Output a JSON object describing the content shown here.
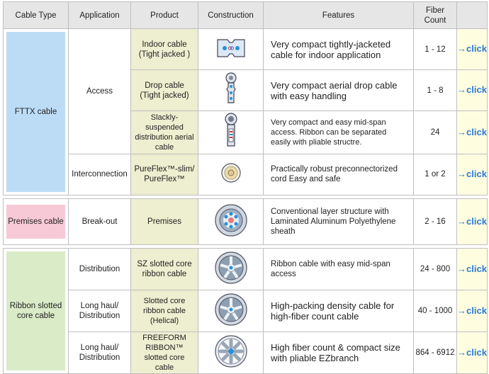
{
  "columns": [
    "Cable Type",
    "Application",
    "Product",
    "Construction",
    "Features",
    "Fiber Count"
  ],
  "colors": {
    "fttx": "#bcdcf5",
    "premises": "#f7c9d6",
    "ribbon": "#d9ebc7",
    "product": "#eeeed0",
    "click_bg": "#fffde0",
    "link": "#2a7ad6"
  },
  "groups": [
    {
      "name": "FTTX cable"
    },
    {
      "name": "Premises cable"
    },
    {
      "name": "Ribbon slotted core cable"
    }
  ],
  "applications": [
    "Access",
    "Interconnection",
    "Break-out",
    "Distribution",
    "Long haul/ Distribution",
    "Long haul/ Distribution"
  ],
  "rows": [
    {
      "product": "Indoor cable (Tight jacked )",
      "icon": "indoor-cable-icon",
      "features": "Very compact tightly-jacketed cable for indoor application",
      "fiber_count": "1 - 12",
      "link": "→click"
    },
    {
      "product": "Drop cable (Tight jacked)",
      "icon": "drop-cable-icon",
      "features": "Very compact aerial drop cable with easy handling",
      "fiber_count": "1 - 8",
      "link": "→click"
    },
    {
      "product": "Slackly-suspended distribution aerial cable",
      "icon": "aerial-cable-icon",
      "features": "Very compact and easy mid-span access. Ribbon can be separated easily with pliable structre.",
      "fiber_count": "24",
      "link": "→click"
    },
    {
      "product": "PureFlex™-slim/ PureFlex™",
      "icon": "cord-icon",
      "features": "Practically robust preconnectorized cord Easy and safe",
      "fiber_count": "1 or 2",
      "link": "→click"
    },
    {
      "product": "Premises",
      "icon": "premises-cable-icon",
      "features": "Conventional layer structure with Laminated Aluminum Polyethylene sheath",
      "fiber_count": "2 - 16",
      "link": "→click"
    },
    {
      "product": "SZ slotted core ribbon cable",
      "icon": "sz-slotted-cable-icon",
      "features": "Ribbon cable with easy mid-span access",
      "fiber_count": "24 - 800",
      "link": "→click"
    },
    {
      "product": "Slotted core ribbon cable (Helical)",
      "icon": "helical-slotted-cable-icon",
      "features": "High-packing density cable for high-fiber count cable",
      "fiber_count": "40 - 1000",
      "link": "→click"
    },
    {
      "product": "FREEFORM RIBBON™ slotted core cable",
      "icon": "freeform-ribbon-cable-icon",
      "features": "High fiber count & compact size with pliable EZbranch",
      "fiber_count": "864 - 6912",
      "link": "→click"
    }
  ]
}
